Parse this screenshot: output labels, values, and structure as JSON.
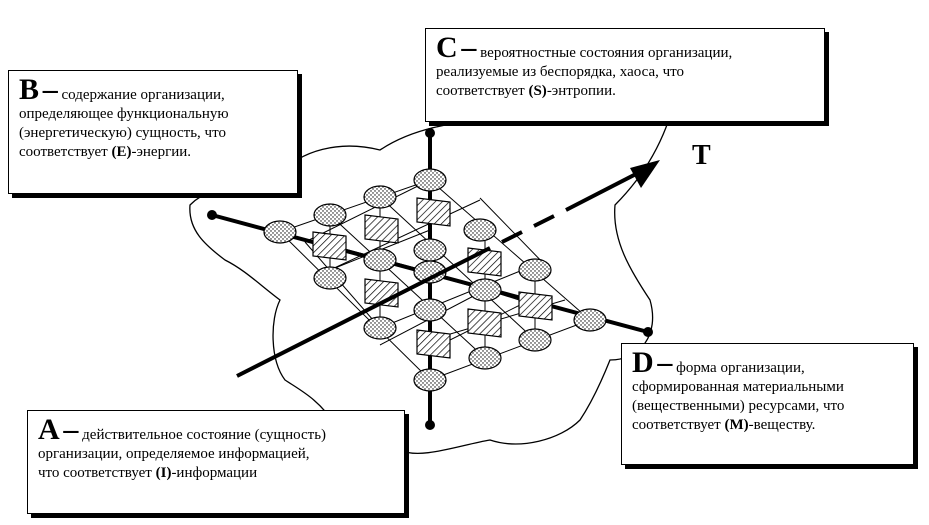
{
  "axis_label": "T",
  "boxes": {
    "b": {
      "letter": "B",
      "dash": "–",
      "text1": "содержание организации,",
      "text2": "определяющее функциональную",
      "text3": "(энергетическую) сущность, что",
      "text4_pre": "соответствует ",
      "text4_bold": "(E)",
      "text4_post": "-энергии."
    },
    "c": {
      "letter": "C",
      "dash": "–",
      "text1": "вероятностные состояния организации,",
      "text2": "реализуемые из беспорядка, хаоса, что",
      "text3_pre": "соответствует ",
      "text3_bold": "(S)",
      "text3_post": "-энтропии."
    },
    "d": {
      "letter": "D",
      "dash": "–",
      "text1": "форма организации,",
      "text2": "сформированная материальными",
      "text3": "(вещественными) ресурсами, что",
      "text4_pre": "соответствует ",
      "text4_bold": "(M)",
      "text4_post": "-веществу."
    },
    "a": {
      "letter": "A",
      "dash": "–",
      "text1": "действительное состояние (сущность)",
      "text2": "организации, определяемое информацией,",
      "text3_pre": "что соответствует ",
      "text3_bold": "(I)",
      "text3_post": "-информации"
    }
  }
}
